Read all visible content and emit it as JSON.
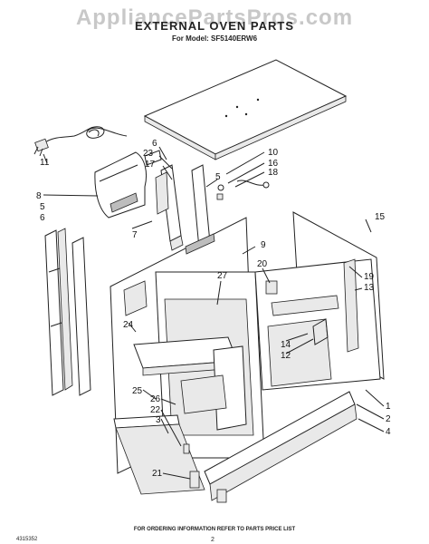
{
  "header": {
    "watermark": "AppliancePartsPros.com",
    "title": "EXTERNAL OVEN PARTS",
    "subtitle": "For Model: SF5140ERW6"
  },
  "footer": {
    "note": "FOR ORDERING INFORMATION REFER TO PARTS PRICE LIST",
    "doc_number": "4315352",
    "page_number": "2"
  },
  "callouts": [
    {
      "id": "c11",
      "label": "11"
    },
    {
      "id": "c6a",
      "label": "6"
    },
    {
      "id": "c23",
      "label": "23"
    },
    {
      "id": "c17",
      "label": "17"
    },
    {
      "id": "c8",
      "label": "8"
    },
    {
      "id": "c5a",
      "label": "5"
    },
    {
      "id": "c6b",
      "label": "6"
    },
    {
      "id": "c7",
      "label": "7"
    },
    {
      "id": "c10",
      "label": "10"
    },
    {
      "id": "c16",
      "label": "16"
    },
    {
      "id": "c18",
      "label": "18"
    },
    {
      "id": "c5b",
      "label": "5"
    },
    {
      "id": "c15",
      "label": "15"
    },
    {
      "id": "c9",
      "label": "9"
    },
    {
      "id": "c20",
      "label": "20"
    },
    {
      "id": "c27",
      "label": "27"
    },
    {
      "id": "c19",
      "label": "19"
    },
    {
      "id": "c13",
      "label": "13"
    },
    {
      "id": "c24",
      "label": "24"
    },
    {
      "id": "c14",
      "label": "14"
    },
    {
      "id": "c12",
      "label": "12"
    },
    {
      "id": "c25",
      "label": "25"
    },
    {
      "id": "c26",
      "label": "26"
    },
    {
      "id": "c22",
      "label": "22"
    },
    {
      "id": "c3",
      "label": "3"
    },
    {
      "id": "c1",
      "label": "1"
    },
    {
      "id": "c2",
      "label": "2"
    },
    {
      "id": "c4",
      "label": "4"
    },
    {
      "id": "c21",
      "label": "21"
    }
  ]
}
